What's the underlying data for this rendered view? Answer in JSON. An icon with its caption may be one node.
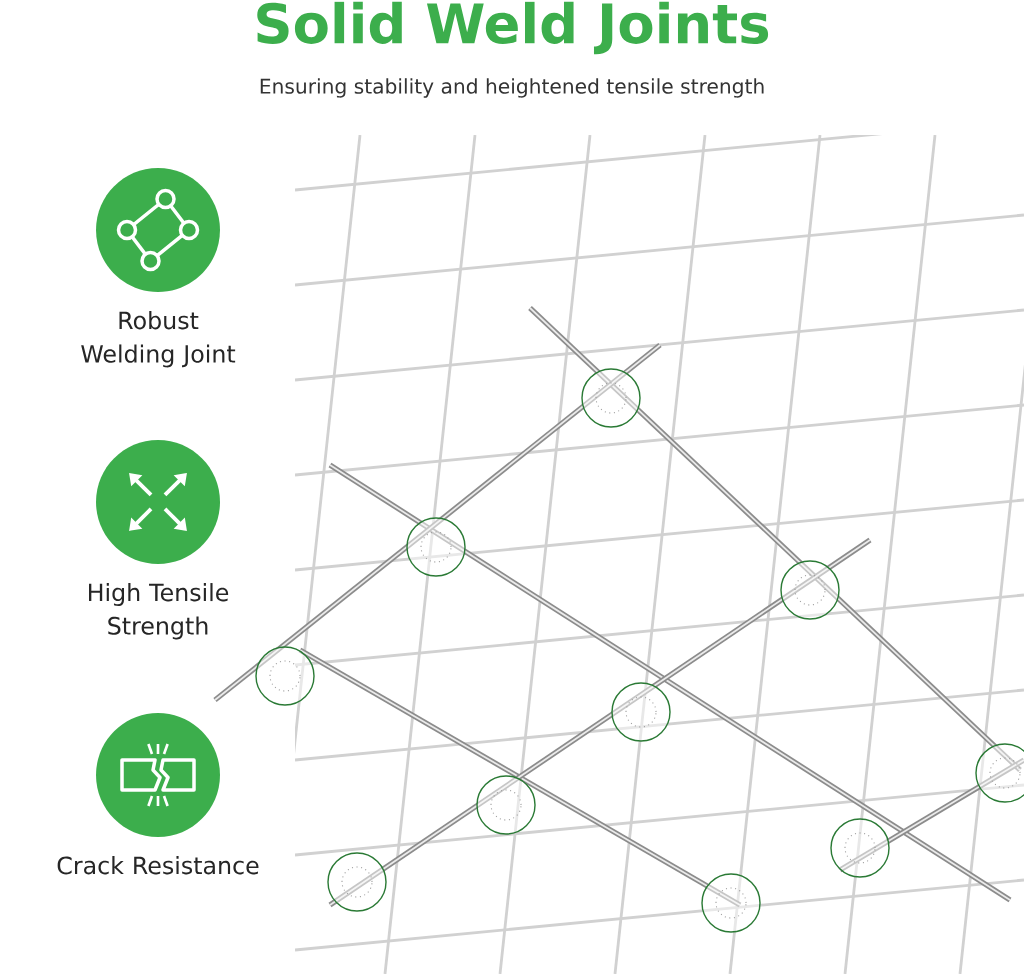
{
  "diagram": {
    "title": "Solid Weld Joints",
    "nodes": [
      {
        "text": [
          "Robust Welding Joint"
        ]
      },
      {
        "text": [
          "High Tensile Strength"
        ]
      },
      {
        "text": [
          "Crack Resistance"
        ]
      }
    ],
    "labels": [
      "Ensuring stability and heightened tensile strength"
    ]
  }
}
